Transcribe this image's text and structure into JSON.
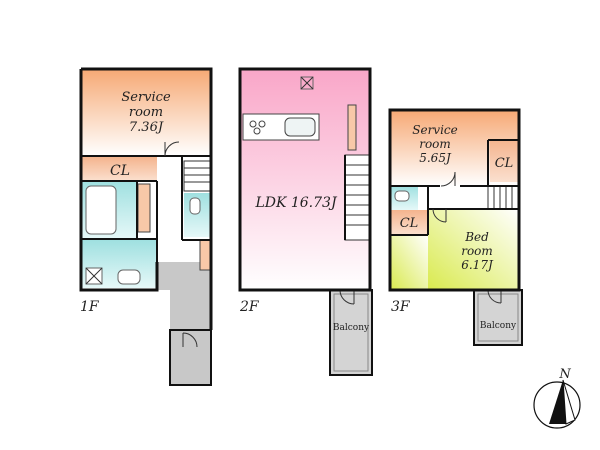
{
  "floors": {
    "f1": {
      "floor_label": "1F",
      "service_room_line1": "Service",
      "service_room_line2": "room",
      "service_room_size": "7.36J",
      "closet": "CL"
    },
    "f2": {
      "floor_label": "2F",
      "ldk": "LDK 16.73J",
      "balcony": "Balcony"
    },
    "f3": {
      "floor_label": "3F",
      "service_room_line1": "Service",
      "service_room_line2": "room",
      "service_room_size": "5.65J",
      "closet_a": "CL",
      "closet_b": "CL",
      "bed_room_line1": "Bed",
      "bed_room_line2": "room",
      "bed_room_size": "6.17J",
      "balcony": "Balcony"
    }
  },
  "compass": {
    "north": "N"
  },
  "colors": {
    "service_room": "#f9c79a",
    "ldk": "#f8b6cc",
    "bed_room": "#e3f07a",
    "bath": "#a8e2e2",
    "corridor": "#c8c8c8",
    "closet": "#f6c6a6"
  }
}
